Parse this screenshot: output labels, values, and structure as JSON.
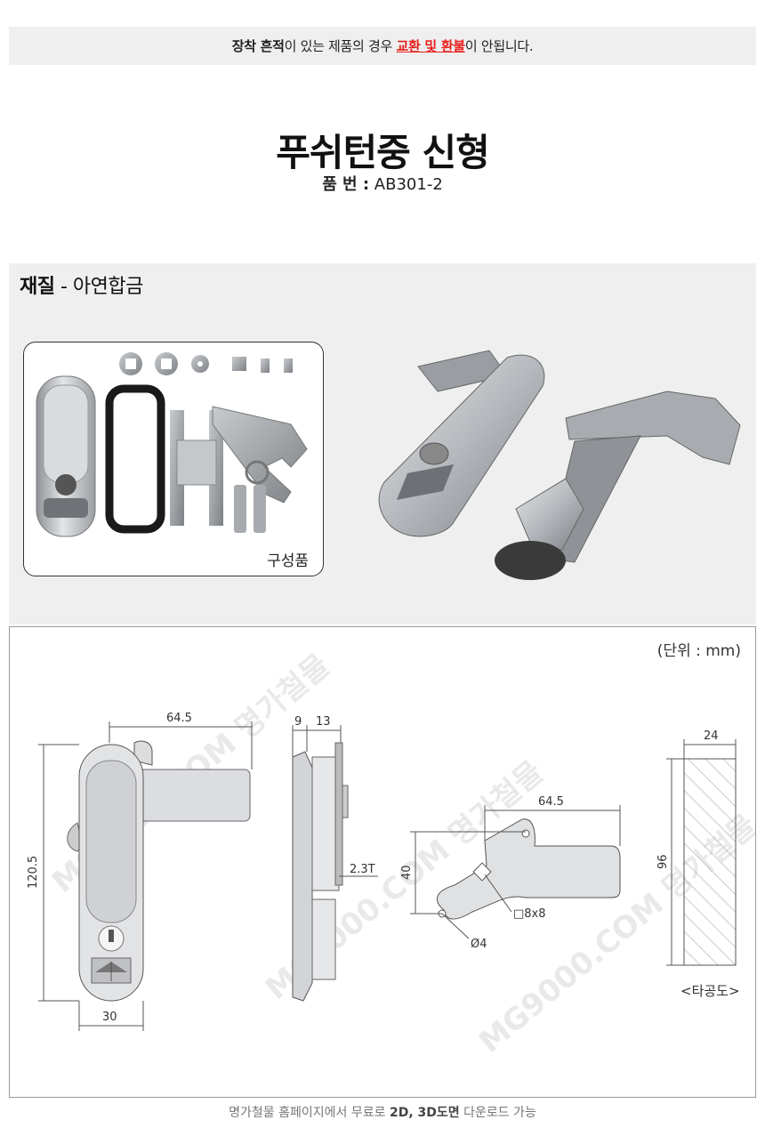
{
  "notice": {
    "part1": "장착 흔적",
    "part2": "이 있는 제품의 경우 ",
    "part3": "교환 및 환불",
    "part4": "이 안됩니다.",
    "highlight_color": "#e8201c"
  },
  "product": {
    "title": "푸쉬턴중 신형",
    "part_no_label": "품 번 :",
    "part_no_value": " AB301-2"
  },
  "material": {
    "label": "재질",
    "value": " - 아연합금",
    "components_label": "구성품"
  },
  "drawing": {
    "unit": "(단위 : mm)",
    "front": {
      "width_top": "64.5",
      "height": "120.5",
      "width_bottom": "30"
    },
    "side": {
      "d1": "9",
      "d2": "13",
      "thickness": "2.3T"
    },
    "plate": {
      "width": "64.5",
      "height": "40",
      "square": "□8x8",
      "hole": "Ø4"
    },
    "cutout": {
      "width": "24",
      "height": "96",
      "label": "<타공도>"
    },
    "watermark_text": "MG9000.COM 명가철물"
  },
  "footer": {
    "part1": "명가철물 홈페이지에서 무료로 ",
    "part2": "2D, 3D도면",
    "part3": " 다운로드 가능"
  }
}
